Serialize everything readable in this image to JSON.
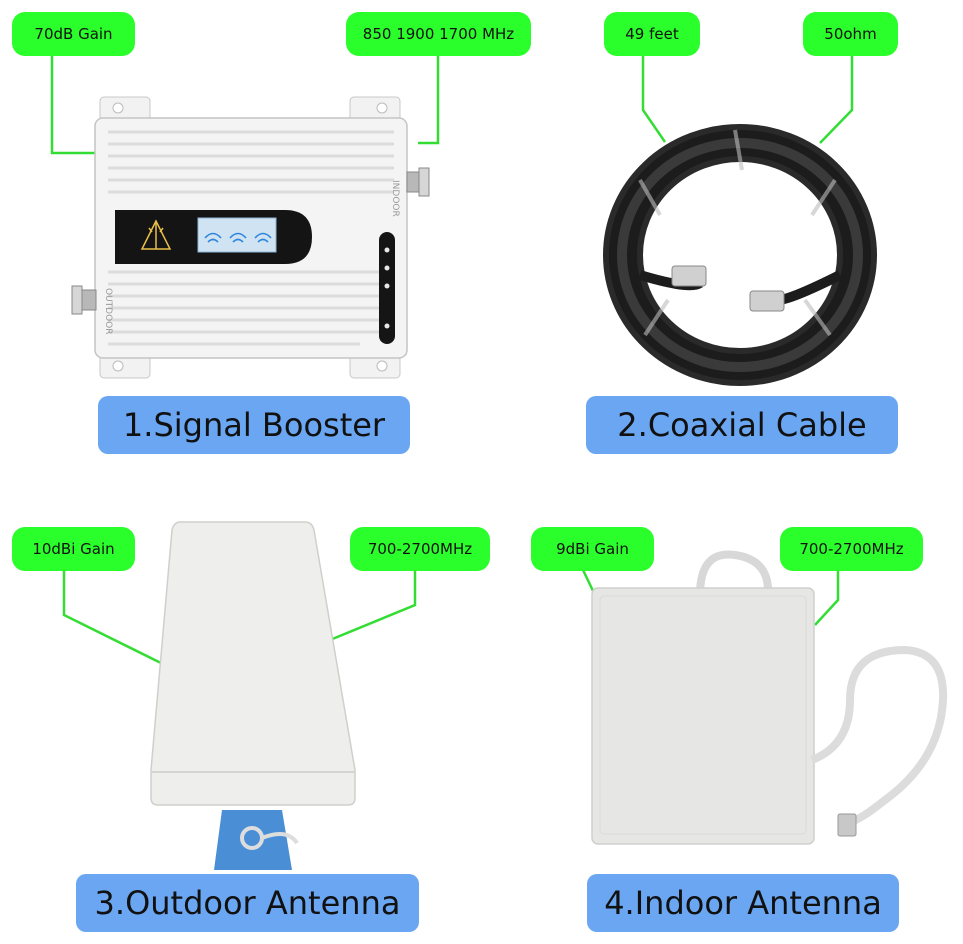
{
  "quadrants": [
    {
      "title": "1.Signal Booster",
      "tags": [
        "70dB Gain",
        "850 1900 1700 MHz"
      ],
      "device_labels": {
        "indoor": "INDOOR",
        "outdoor": "OUTDOOR"
      }
    },
    {
      "title": "2.Coaxial Cable",
      "tags": [
        "49 feet",
        "50ohm"
      ]
    },
    {
      "title": "3.Outdoor Antenna",
      "tags": [
        "10dBi Gain",
        "700-2700MHz"
      ]
    },
    {
      "title": "4.Indoor Antenna",
      "tags": [
        "9dBi Gain",
        "700-2700MHz"
      ]
    }
  ],
  "colors": {
    "tag_fill": "#2bff2b",
    "tag_line": "#33dd33",
    "title_fill": "#6aa6f2"
  }
}
